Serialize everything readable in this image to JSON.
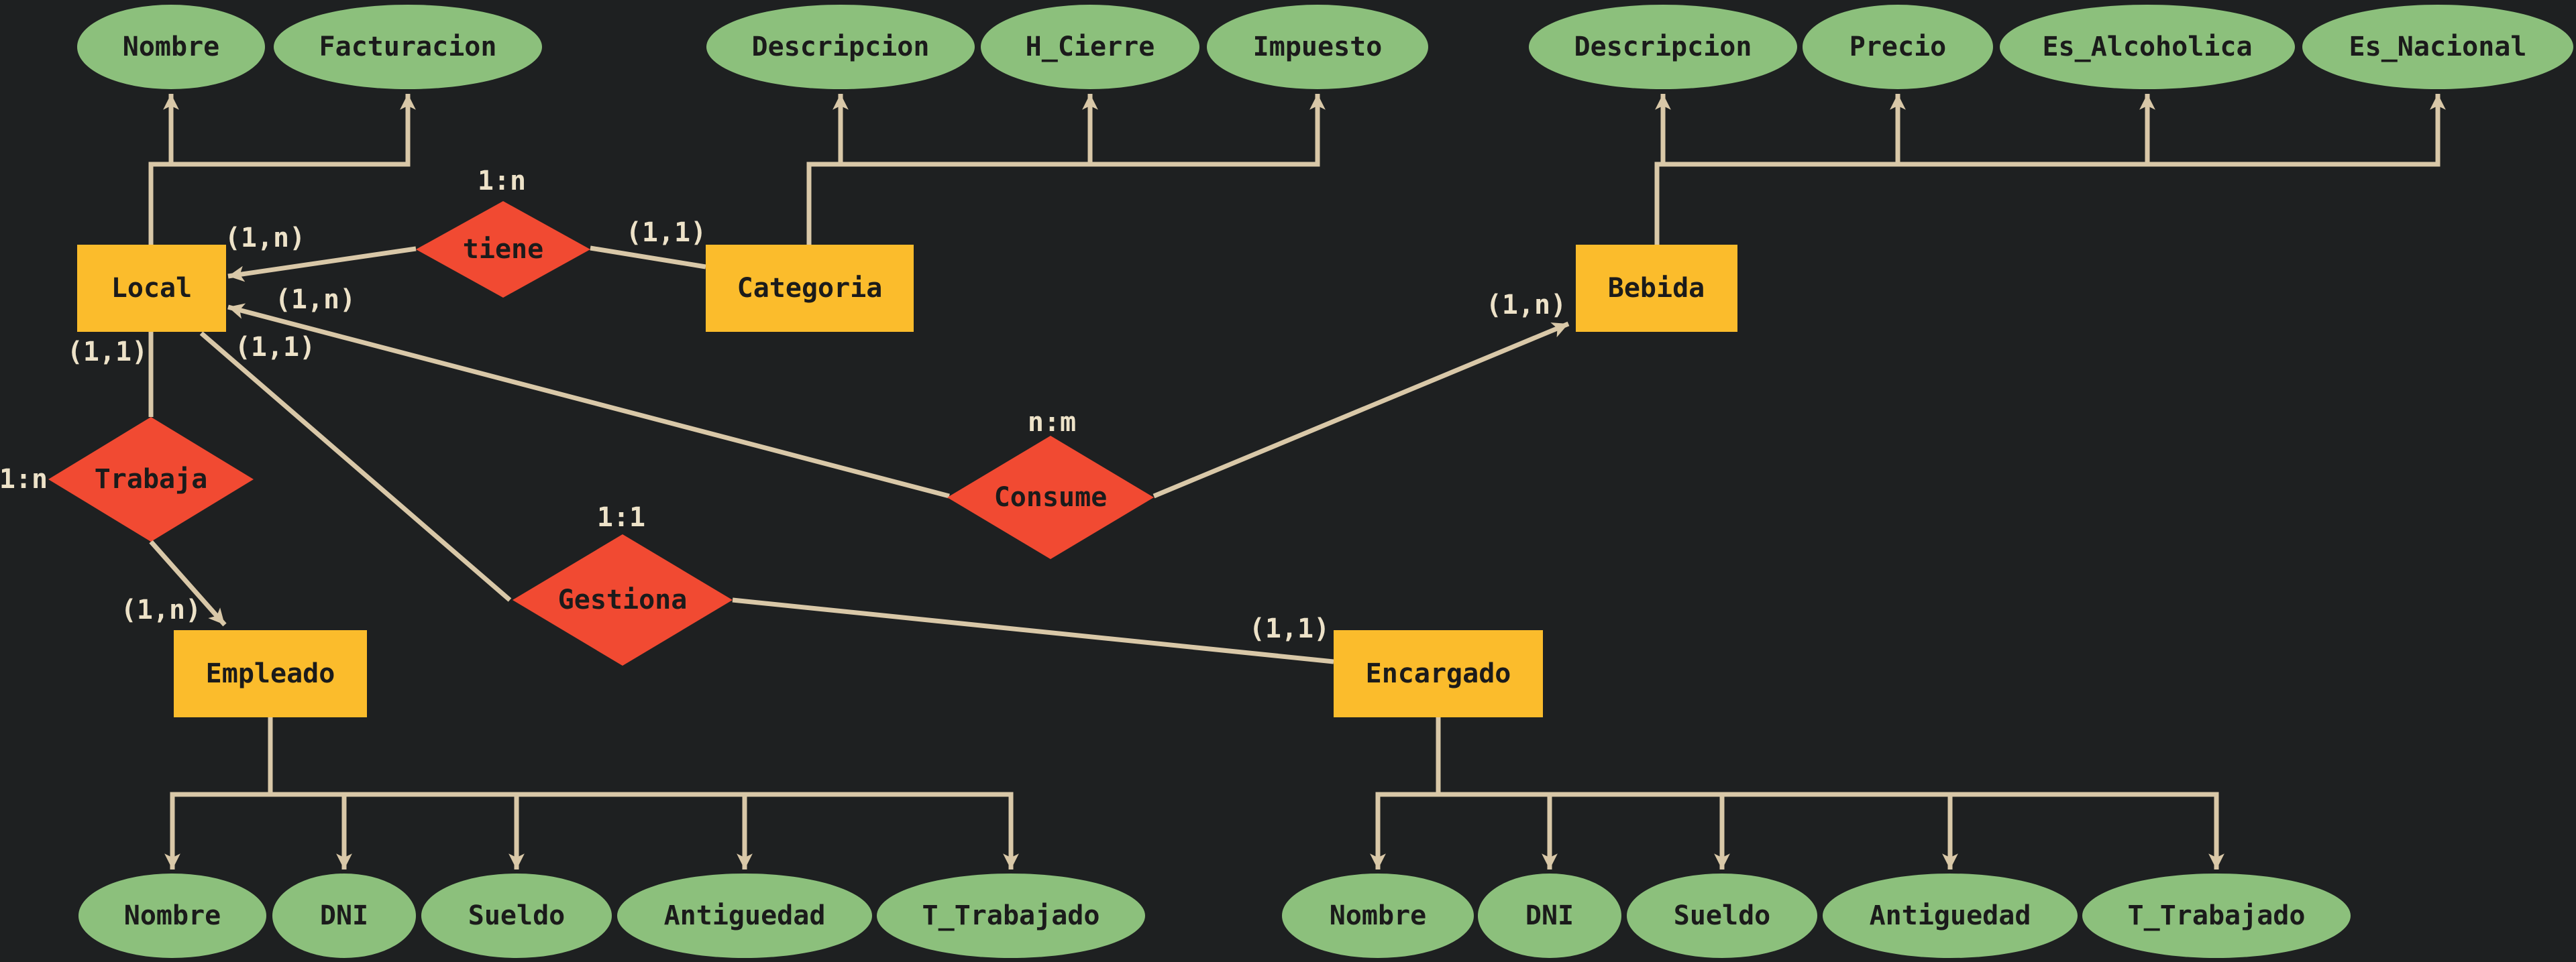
{
  "colors": {
    "background": "#1e2021",
    "attribute": "#8cc07c",
    "entity": "#fbbc2c",
    "relationship": "#f14a32",
    "connector": "#d9c8a8",
    "cardinality_text": "#ede2c8",
    "shape_text": "#1b1b1b"
  },
  "entities": {
    "local": "Local",
    "categoria": "Categoria",
    "bebida": "Bebida",
    "empleado": "Empleado",
    "encargado": "Encargado"
  },
  "relationships": {
    "tiene": "tiene",
    "trabaja": "Trabaja",
    "consume": "Consume",
    "gestiona": "Gestiona"
  },
  "relationship_types": {
    "tiene": "1:n",
    "trabaja": "1:n",
    "consume": "n:m",
    "gestiona": "1:1"
  },
  "attributes": {
    "local": [
      "Nombre",
      "Facturacion"
    ],
    "categoria": [
      "Descripcion",
      "H_Cierre",
      "Impuesto"
    ],
    "bebida": [
      "Descripcion",
      "Precio",
      "Es_Alcoholica",
      "Es_Nacional"
    ],
    "empleado": [
      "Nombre",
      "DNI",
      "Sueldo",
      "Antiguedad",
      "T_Trabajado"
    ],
    "encargado": [
      "Nombre",
      "DNI",
      "Sueldo",
      "Antiguedad",
      "T_Trabajado"
    ]
  },
  "cardinalities": {
    "local_tiene": "(1,n)",
    "categoria_tiene": "(1,1)",
    "local_consume": "(1,n)",
    "bebida_consume": "(1,n)",
    "local_trabaja": "(1,1)",
    "empleado_trabaja": "(1,n)",
    "local_gestiona": "(1,1)",
    "encargado_gestiona": "(1,1)"
  }
}
